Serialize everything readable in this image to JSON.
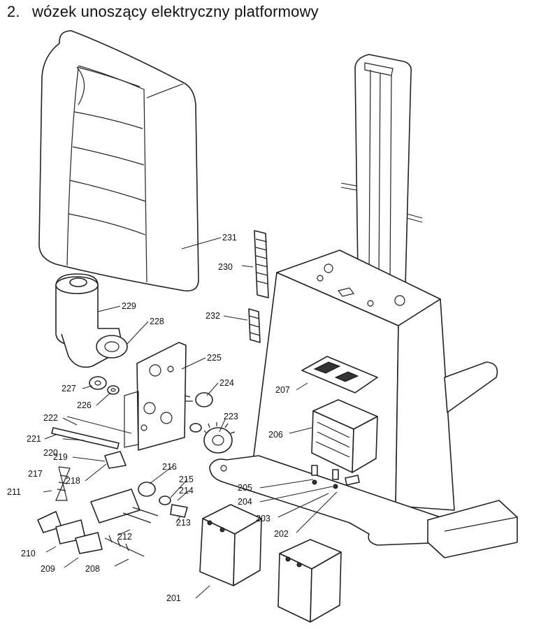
{
  "header": {
    "number": "2.",
    "title": "wózek unoszący elektryczny platformowy"
  },
  "labels": {
    "l201": "201",
    "l202": "202",
    "l203": "203",
    "l204": "204",
    "l205": "205",
    "l206": "206",
    "l207": "207",
    "l208": "208",
    "l209": "209",
    "l210": "210",
    "l211": "211",
    "l212": "212",
    "l213": "213",
    "l214": "214",
    "l215": "215",
    "l216": "216",
    "l217": "217",
    "l218": "218",
    "l219": "219",
    "l220": "220",
    "l221": "221",
    "l222": "222",
    "l223": "223",
    "l224": "224",
    "l225": "225",
    "l226": "226",
    "l227": "227",
    "l228": "228",
    "l229": "229",
    "l230": "230",
    "l231": "231",
    "l232": "232"
  }
}
